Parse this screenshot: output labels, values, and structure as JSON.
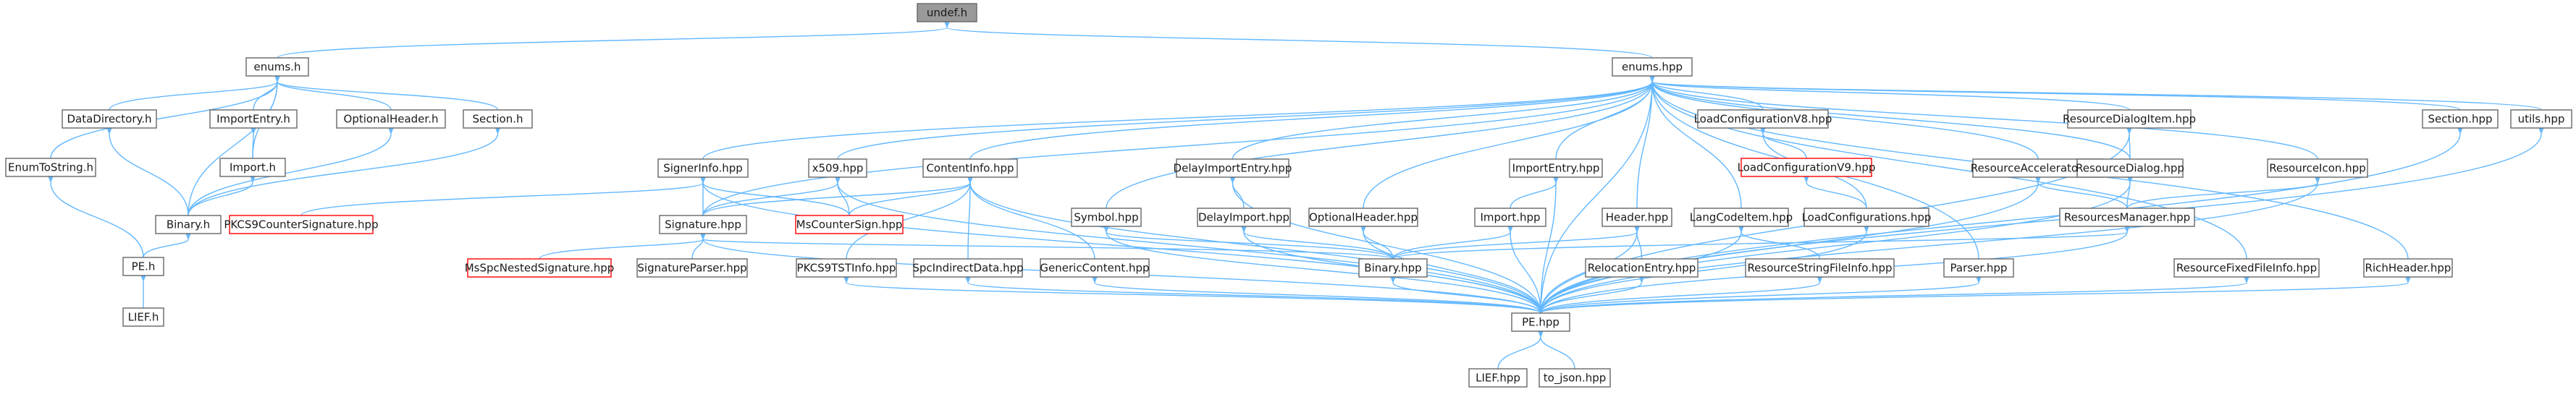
{
  "graph": {
    "nodes": [
      {
        "id": "undef_h",
        "label": "undef.h",
        "style": "root"
      },
      {
        "id": "enums_h",
        "label": "enums.h"
      },
      {
        "id": "enums_hpp",
        "label": "enums.hpp"
      },
      {
        "id": "DataDirectory_h",
        "label": "DataDirectory.h"
      },
      {
        "id": "ImportEntry_h",
        "label": "ImportEntry.h"
      },
      {
        "id": "OptionalHeader_h",
        "label": "OptionalHeader.h"
      },
      {
        "id": "Section_h",
        "label": "Section.h"
      },
      {
        "id": "EnumToString_h",
        "label": "EnumToString.h"
      },
      {
        "id": "Import_h",
        "label": "Import.h"
      },
      {
        "id": "Binary_h",
        "label": "Binary.h"
      },
      {
        "id": "PE_h",
        "label": "PE.h"
      },
      {
        "id": "LIEF_h",
        "label": "LIEF.h"
      },
      {
        "id": "PKCS9CounterSignature_hpp",
        "label": "PKCS9CounterSignature.hpp",
        "style": "red"
      },
      {
        "id": "SignerInfo_hpp",
        "label": "SignerInfo.hpp"
      },
      {
        "id": "x509_hpp",
        "label": "x509.hpp"
      },
      {
        "id": "ContentInfo_hpp",
        "label": "ContentInfo.hpp"
      },
      {
        "id": "MsCounterSign_hpp",
        "label": "MsCounterSign.hpp",
        "style": "red"
      },
      {
        "id": "Signature_hpp",
        "label": "Signature.hpp"
      },
      {
        "id": "MsSpcNestedSignature_hpp",
        "label": "MsSpcNestedSignature.hpp",
        "style": "red"
      },
      {
        "id": "SignatureParser_hpp",
        "label": "SignatureParser.hpp"
      },
      {
        "id": "PKCS9TSTInfo_hpp",
        "label": "PKCS9TSTInfo.hpp"
      },
      {
        "id": "SpcIndirectData_hpp",
        "label": "SpcIndirectData.hpp"
      },
      {
        "id": "GenericContent_hpp",
        "label": "GenericContent.hpp"
      },
      {
        "id": "Symbol_hpp",
        "label": "Symbol.hpp"
      },
      {
        "id": "DelayImportEntry_hpp",
        "label": "DelayImportEntry.hpp"
      },
      {
        "id": "DelayImport_hpp",
        "label": "DelayImport.hpp"
      },
      {
        "id": "OptionalHeader_hpp",
        "label": "OptionalHeader.hpp"
      },
      {
        "id": "Binary_hpp",
        "label": "Binary.hpp"
      },
      {
        "id": "ImportEntry_hpp",
        "label": "ImportEntry.hpp"
      },
      {
        "id": "Import_hpp",
        "label": "Import.hpp"
      },
      {
        "id": "Header_hpp",
        "label": "Header.hpp"
      },
      {
        "id": "RelocationEntry_hpp",
        "label": "RelocationEntry.hpp"
      },
      {
        "id": "LoadConfigurationV8_hpp",
        "label": "LoadConfigurationV8.hpp"
      },
      {
        "id": "LoadConfigurationV9_hpp",
        "label": "LoadConfigurationV9.hpp",
        "style": "red"
      },
      {
        "id": "LangCodeItem_hpp",
        "label": "LangCodeItem.hpp"
      },
      {
        "id": "LoadConfigurations_hpp",
        "label": "LoadConfigurations.hpp"
      },
      {
        "id": "ResourceStringFileInfo_hpp",
        "label": "ResourceStringFileInfo.hpp"
      },
      {
        "id": "Parser_hpp",
        "label": "Parser.hpp"
      },
      {
        "id": "ResourceAccelerator_hpp",
        "label": "ResourceAccelerator.hpp"
      },
      {
        "id": "ResourceDialogItem_hpp",
        "label": "ResourceDialogItem.hpp"
      },
      {
        "id": "ResourceDialog_hpp",
        "label": "ResourceDialog.hpp"
      },
      {
        "id": "ResourcesManager_hpp",
        "label": "ResourcesManager.hpp"
      },
      {
        "id": "ResourceIcon_hpp",
        "label": "ResourceIcon.hpp"
      },
      {
        "id": "ResourceFixedFileInfo_hpp",
        "label": "ResourceFixedFileInfo.hpp"
      },
      {
        "id": "RichHeader_hpp",
        "label": "RichHeader.hpp"
      },
      {
        "id": "Section_hpp",
        "label": "Section.hpp"
      },
      {
        "id": "utils_hpp",
        "label": "utils.hpp"
      },
      {
        "id": "PE_hpp",
        "label": "PE.hpp"
      },
      {
        "id": "LIEF_hpp",
        "label": "LIEF.hpp"
      },
      {
        "id": "to_json_hpp",
        "label": "to_json.hpp"
      }
    ],
    "edges": [
      [
        "undef_h",
        "enums_h"
      ],
      [
        "undef_h",
        "enums_hpp"
      ],
      [
        "enums_h",
        "DataDirectory_h"
      ],
      [
        "enums_h",
        "ImportEntry_h"
      ],
      [
        "enums_h",
        "OptionalHeader_h"
      ],
      [
        "enums_h",
        "Section_h"
      ],
      [
        "enums_h",
        "EnumToString_h"
      ],
      [
        "enums_h",
        "Import_h"
      ],
      [
        "enums_h",
        "Binary_h"
      ],
      [
        "DataDirectory_h",
        "Binary_h"
      ],
      [
        "ImportEntry_h",
        "Import_h"
      ],
      [
        "Import_h",
        "Binary_h"
      ],
      [
        "OptionalHeader_h",
        "Binary_h"
      ],
      [
        "Section_h",
        "Binary_h"
      ],
      [
        "EnumToString_h",
        "PE_h"
      ],
      [
        "Binary_h",
        "PE_h"
      ],
      [
        "PE_h",
        "LIEF_h"
      ],
      [
        "enums_hpp",
        "SignerInfo_hpp"
      ],
      [
        "enums_hpp",
        "x509_hpp"
      ],
      [
        "enums_hpp",
        "ContentInfo_hpp"
      ],
      [
        "enums_hpp",
        "Symbol_hpp"
      ],
      [
        "enums_hpp",
        "DelayImportEntry_hpp"
      ],
      [
        "enums_hpp",
        "OptionalHeader_hpp"
      ],
      [
        "enums_hpp",
        "ImportEntry_hpp"
      ],
      [
        "enums_hpp",
        "Header_hpp"
      ],
      [
        "enums_hpp",
        "LoadConfigurationV8_hpp"
      ],
      [
        "enums_hpp",
        "LangCodeItem_hpp"
      ],
      [
        "enums_hpp",
        "Parser_hpp"
      ],
      [
        "enums_hpp",
        "ResourceAccelerator_hpp"
      ],
      [
        "enums_hpp",
        "ResourceDialogItem_hpp"
      ],
      [
        "enums_hpp",
        "ResourceDialog_hpp"
      ],
      [
        "enums_hpp",
        "ResourceIcon_hpp"
      ],
      [
        "enums_hpp",
        "ResourceFixedFileInfo_hpp"
      ],
      [
        "enums_hpp",
        "RichHeader_hpp"
      ],
      [
        "enums_hpp",
        "Section_hpp"
      ],
      [
        "enums_hpp",
        "utils_hpp"
      ],
      [
        "enums_hpp",
        "PE_hpp"
      ],
      [
        "enums_hpp",
        "Signature_hpp"
      ],
      [
        "SignerInfo_hpp",
        "PKCS9CounterSignature_hpp"
      ],
      [
        "SignerInfo_hpp",
        "MsCounterSign_hpp"
      ],
      [
        "SignerInfo_hpp",
        "Signature_hpp"
      ],
      [
        "SignerInfo_hpp",
        "PE_hpp"
      ],
      [
        "x509_hpp",
        "MsCounterSign_hpp"
      ],
      [
        "x509_hpp",
        "Signature_hpp"
      ],
      [
        "x509_hpp",
        "PE_hpp"
      ],
      [
        "ContentInfo_hpp",
        "MsCounterSign_hpp"
      ],
      [
        "ContentInfo_hpp",
        "Signature_hpp"
      ],
      [
        "ContentInfo_hpp",
        "PKCS9TSTInfo_hpp"
      ],
      [
        "ContentInfo_hpp",
        "SpcIndirectData_hpp"
      ],
      [
        "ContentInfo_hpp",
        "GenericContent_hpp"
      ],
      [
        "ContentInfo_hpp",
        "PE_hpp"
      ],
      [
        "Signature_hpp",
        "MsSpcNestedSignature_hpp"
      ],
      [
        "Signature_hpp",
        "SignatureParser_hpp"
      ],
      [
        "Signature_hpp",
        "Binary_hpp"
      ],
      [
        "Signature_hpp",
        "PE_hpp"
      ],
      [
        "PKCS9TSTInfo_hpp",
        "PE_hpp"
      ],
      [
        "SpcIndirectData_hpp",
        "PE_hpp"
      ],
      [
        "GenericContent_hpp",
        "PE_hpp"
      ],
      [
        "Symbol_hpp",
        "Binary_hpp"
      ],
      [
        "Symbol_hpp",
        "PE_hpp"
      ],
      [
        "DelayImportEntry_hpp",
        "DelayImport_hpp"
      ],
      [
        "DelayImportEntry_hpp",
        "PE_hpp"
      ],
      [
        "DelayImport_hpp",
        "Binary_hpp"
      ],
      [
        "DelayImport_hpp",
        "PE_hpp"
      ],
      [
        "OptionalHeader_hpp",
        "Binary_hpp"
      ],
      [
        "OptionalHeader_hpp",
        "PE_hpp"
      ],
      [
        "Binary_hpp",
        "PE_hpp"
      ],
      [
        "ImportEntry_hpp",
        "Import_hpp"
      ],
      [
        "ImportEntry_hpp",
        "PE_hpp"
      ],
      [
        "Import_hpp",
        "Binary_hpp"
      ],
      [
        "Import_hpp",
        "PE_hpp"
      ],
      [
        "Header_hpp",
        "Binary_hpp"
      ],
      [
        "Header_hpp",
        "RelocationEntry_hpp"
      ],
      [
        "Header_hpp",
        "PE_hpp"
      ],
      [
        "RelocationEntry_hpp",
        "PE_hpp"
      ],
      [
        "LoadConfigurationV8_hpp",
        "LoadConfigurationV9_hpp"
      ],
      [
        "LoadConfigurationV8_hpp",
        "LoadConfigurations_hpp"
      ],
      [
        "LoadConfigurationV9_hpp",
        "LoadConfigurations_hpp"
      ],
      [
        "LoadConfigurations_hpp",
        "PE_hpp"
      ],
      [
        "LangCodeItem_hpp",
        "ResourceStringFileInfo_hpp"
      ],
      [
        "LangCodeItem_hpp",
        "PE_hpp"
      ],
      [
        "ResourceStringFileInfo_hpp",
        "PE_hpp"
      ],
      [
        "Parser_hpp",
        "PE_hpp"
      ],
      [
        "ResourceAccelerator_hpp",
        "ResourcesManager_hpp"
      ],
      [
        "ResourceAccelerator_hpp",
        "PE_hpp"
      ],
      [
        "ResourceDialogItem_hpp",
        "ResourceDialog_hpp"
      ],
      [
        "ResourceDialogItem_hpp",
        "PE_hpp"
      ],
      [
        "ResourceDialog_hpp",
        "ResourcesManager_hpp"
      ],
      [
        "ResourceDialog_hpp",
        "PE_hpp"
      ],
      [
        "ResourceIcon_hpp",
        "ResourcesManager_hpp"
      ],
      [
        "ResourceIcon_hpp",
        "PE_hpp"
      ],
      [
        "ResourcesManager_hpp",
        "Binary_hpp"
      ],
      [
        "ResourcesManager_hpp",
        "PE_hpp"
      ],
      [
        "ResourceFixedFileInfo_hpp",
        "PE_hpp"
      ],
      [
        "RichHeader_hpp",
        "PE_hpp"
      ],
      [
        "Section_hpp",
        "PE_hpp"
      ],
      [
        "utils_hpp",
        "PE_hpp"
      ],
      [
        "PE_hpp",
        "LIEF_hpp"
      ],
      [
        "PE_hpp",
        "to_json_hpp"
      ]
    ]
  },
  "colors": {
    "edge": "#63b8ff",
    "node_border": "#666666",
    "node_fill": "#ffffff",
    "root_fill": "#999999",
    "red_border": "#ff0000"
  }
}
